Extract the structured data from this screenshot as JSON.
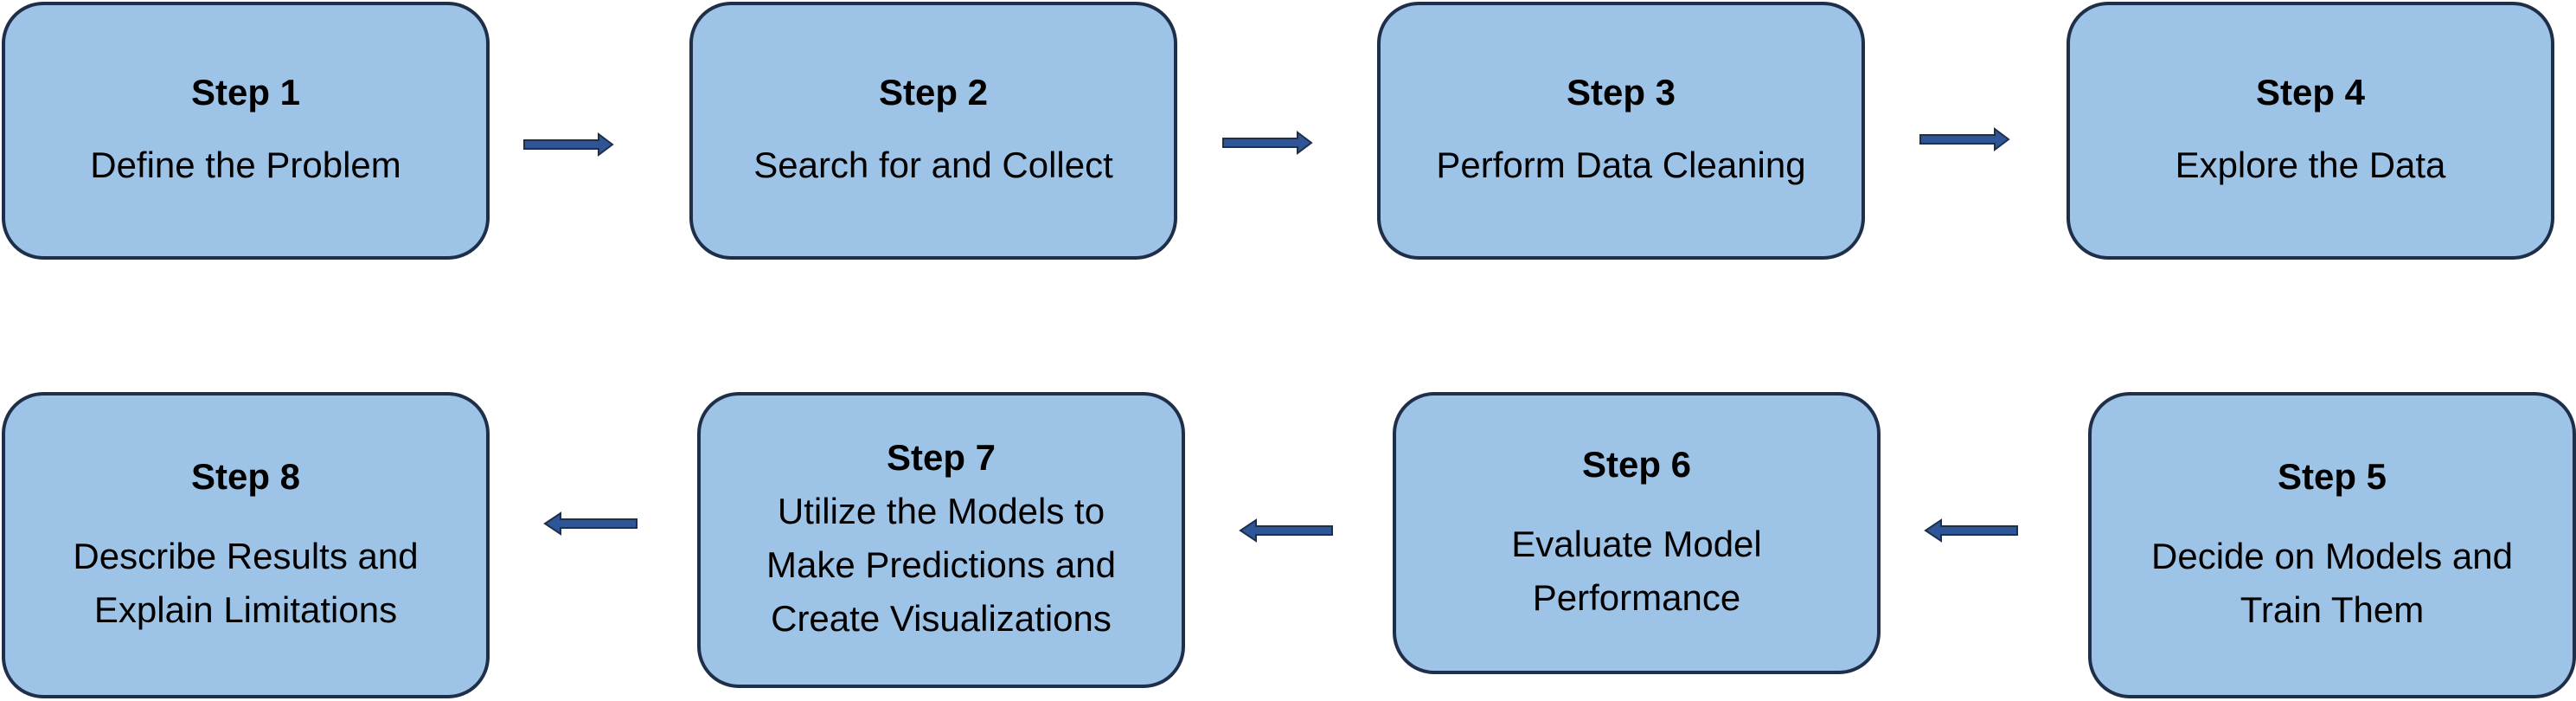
{
  "diagram": {
    "steps": [
      {
        "title": "Step 1",
        "description": [
          "Define the Problem"
        ]
      },
      {
        "title": "Step 2",
        "description": [
          "Search for and Collect"
        ]
      },
      {
        "title": "Step 3",
        "description": [
          "Perform Data Cleaning"
        ]
      },
      {
        "title": "Step 4",
        "description": [
          "Explore the Data"
        ]
      },
      {
        "title": "Step 5",
        "description": [
          "Decide on Models and",
          "Train Them"
        ]
      },
      {
        "title": "Step 6",
        "description": [
          "Evaluate Model",
          "Performance"
        ]
      },
      {
        "title": "Step 7",
        "description": [
          "Utilize the Models to",
          "Make Predictions and",
          "Create Visualizations"
        ]
      },
      {
        "title": "Step 8",
        "description": [
          "Describe Results and",
          "Explain Limitations"
        ]
      }
    ],
    "connections": [
      {
        "from": 1,
        "to": 2,
        "direction": "right"
      },
      {
        "from": 2,
        "to": 3,
        "direction": "right"
      },
      {
        "from": 3,
        "to": 4,
        "direction": "right"
      },
      {
        "from": 5,
        "to": 6,
        "direction": "left"
      },
      {
        "from": 6,
        "to": 7,
        "direction": "left"
      },
      {
        "from": 7,
        "to": 8,
        "direction": "left"
      }
    ],
    "colors": {
      "box_fill": "#9dc3e6",
      "box_border": "#1f2f4a",
      "arrow_fill": "#2e5597",
      "arrow_outline": "#1f2f4a"
    }
  }
}
